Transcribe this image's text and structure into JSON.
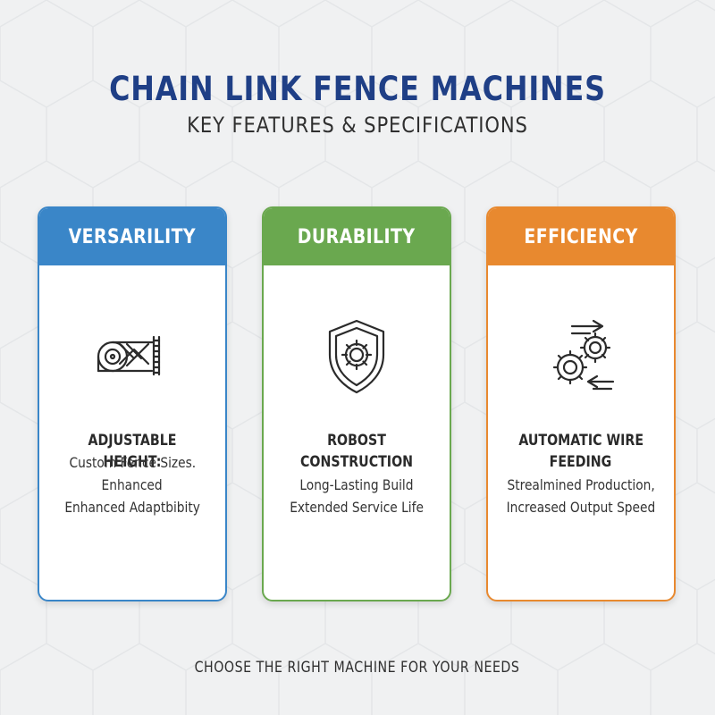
{
  "header": {
    "title": "CHAIN LINK FENCE MACHINES",
    "subtitle": "KEY FEATURES & SPECIFICATIONS"
  },
  "cards": [
    {
      "label": "VERSARILITY",
      "color": "#3a86c8",
      "icon": "fence-roll-icon",
      "heading": "ADJUSTABLE HEIGHT:",
      "desc": [
        "Custom Fence Sizes.",
        "Enhanced",
        "Enhanced Adaptbibity"
      ]
    },
    {
      "label": "DURABILITY",
      "color": "#6aa84f",
      "icon": "shield-gear-icon",
      "heading": "ROBOST CONSTRUCTION",
      "desc": [
        "Long-Lasting Build",
        "Extended Service Life"
      ]
    },
    {
      "label": "EFFICIENCY",
      "color": "#e8892f",
      "icon": "gears-arrows-icon",
      "heading_lines": [
        "AUTOMATIC WIRE",
        "FEEDING"
      ],
      "desc": [
        "Strealmined Production,",
        "Increased Output Speed"
      ]
    }
  ],
  "footer": {
    "text": "CHOOSE THE RIGHT MACHINE FOR YOUR NEEDS"
  }
}
